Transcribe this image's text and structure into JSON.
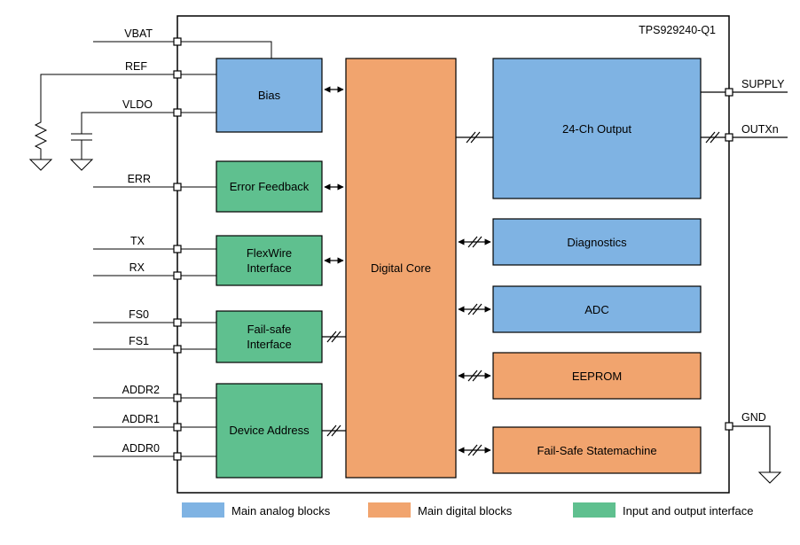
{
  "part_number": "TPS929240-Q1",
  "colors": {
    "analog": "#7FB3E3",
    "digital": "#F1A46E",
    "io": "#5FC08F",
    "outline": "#000000"
  },
  "pins_left": {
    "vbat": "VBAT",
    "ref": "REF",
    "vldo": "VLDO",
    "err": "ERR",
    "tx": "TX",
    "rx": "RX",
    "fs0": "FS0",
    "fs1": "FS1",
    "addr2": "ADDR2",
    "addr1": "ADDR1",
    "addr0": "ADDR0"
  },
  "pins_right": {
    "supply": "SUPPLY",
    "outxn": "OUTXn",
    "gnd": "GND"
  },
  "blocks": {
    "bias": "Bias",
    "error_feedback": "Error Feedback",
    "flexwire_line1": "FlexWire",
    "flexwire_line2": "Interface",
    "failsafe_line1": "Fail-safe",
    "failsafe_line2": "Interface",
    "device_address": "Device Address",
    "digital_core": "Digital Core",
    "output": "24-Ch Output",
    "diagnostics": "Diagnostics",
    "adc": "ADC",
    "eeprom": "EEPROM",
    "failsafe_statemachine": "Fail-Safe Statemachine"
  },
  "legend": {
    "analog": "Main analog blocks",
    "digital": "Main digital blocks",
    "io": "Input and output interface"
  }
}
